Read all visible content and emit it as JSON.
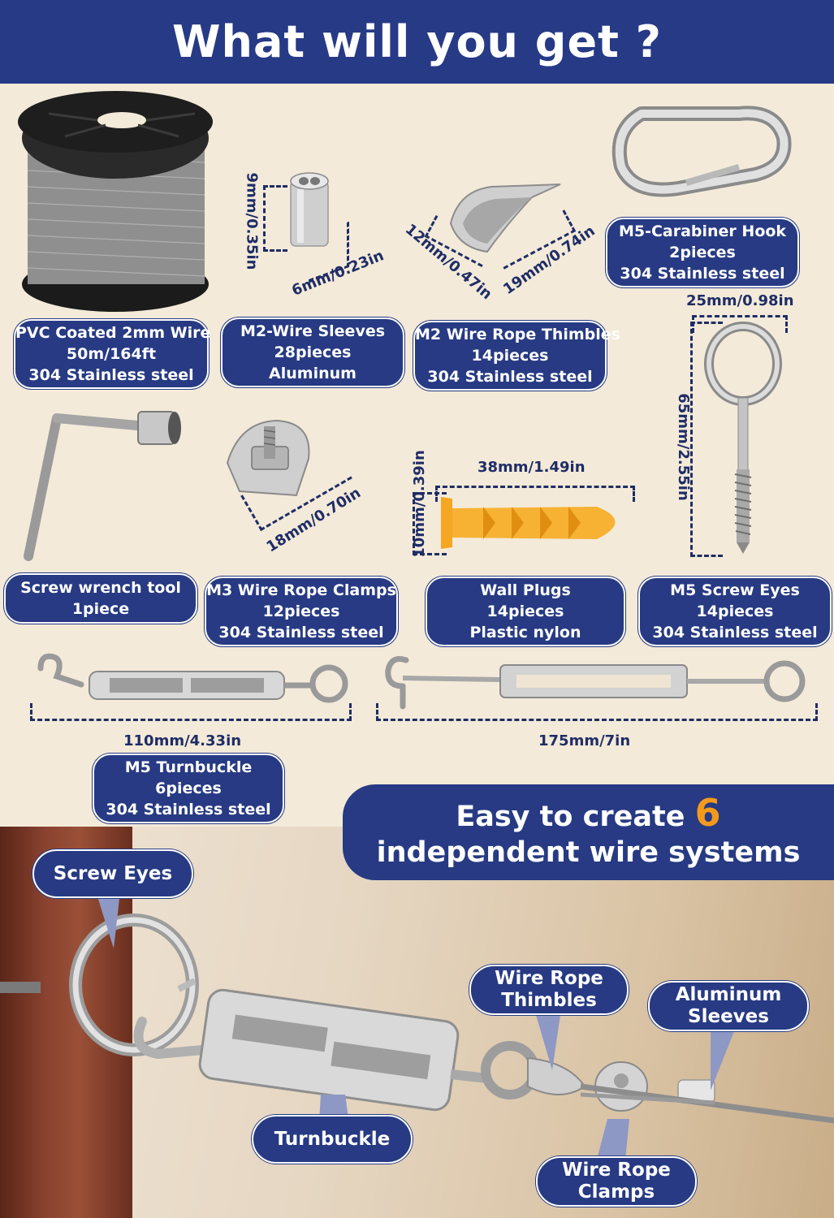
{
  "header": {
    "title": "What will you get ?"
  },
  "products": {
    "wire": {
      "line1": "PVC Coated 2mm Wire",
      "line2": "50m/164ft",
      "line3": "304 Stainless steel"
    },
    "sleeves": {
      "line1": "M2-Wire Sleeves",
      "line2": "28pieces",
      "line3": "Aluminum",
      "dim_h": "9mm/0.35in",
      "dim_w": "6mm/0.23in"
    },
    "thimbles": {
      "line1": "M2 Wire Rope Thimbles",
      "line2": "14pieces",
      "line3": "304 Stainless steel",
      "dim_a": "12mm/0.47in",
      "dim_b": "19mm/0.74in"
    },
    "carabiner": {
      "line1": "M5-Carabiner Hook",
      "line2": "2pieces",
      "line3": "304 Stainless steel"
    },
    "wrench": {
      "line1": "Screw wrench tool",
      "line2": "1piece"
    },
    "clamps": {
      "line1": "M3 Wire Rope Clamps",
      "line2": "12pieces",
      "line3": "304 Stainless steel",
      "dim": "18mm/0.70in"
    },
    "plugs": {
      "line1": "Wall Plugs",
      "line2": "14pieces",
      "line3": "Plastic nylon",
      "dim_w": "38mm/1.49in",
      "dim_h": "10mm/0.39in"
    },
    "screw_eyes": {
      "line1": "M5 Screw Eyes",
      "line2": "14pieces",
      "line3": "304 Stainless steel",
      "dim_w": "25mm/0.98in",
      "dim_h": "65mm/2.55in"
    },
    "turnbuckle": {
      "line1": "M5 Turnbuckle",
      "line2": "6pieces",
      "line3": "304 Stainless steel",
      "dim_short": "110mm/4.33in",
      "dim_long": "175mm/7in"
    }
  },
  "banner": {
    "part1": "Easy to create ",
    "number": "6",
    "part2": "independent wire systems"
  },
  "callouts": {
    "screw_eyes": "Screw Eyes",
    "thimbles_1": "Wire Rope",
    "thimbles_2": "Thimbles",
    "sleeves_1": "Aluminum",
    "sleeves_2": "Sleeves",
    "turnbuckle": "Turnbuckle",
    "clamps_1": "Wire Rope",
    "clamps_2": "Clamps"
  },
  "colors": {
    "navy": "#273a83",
    "accent": "#f39a1c",
    "background": "#f3ead9"
  }
}
